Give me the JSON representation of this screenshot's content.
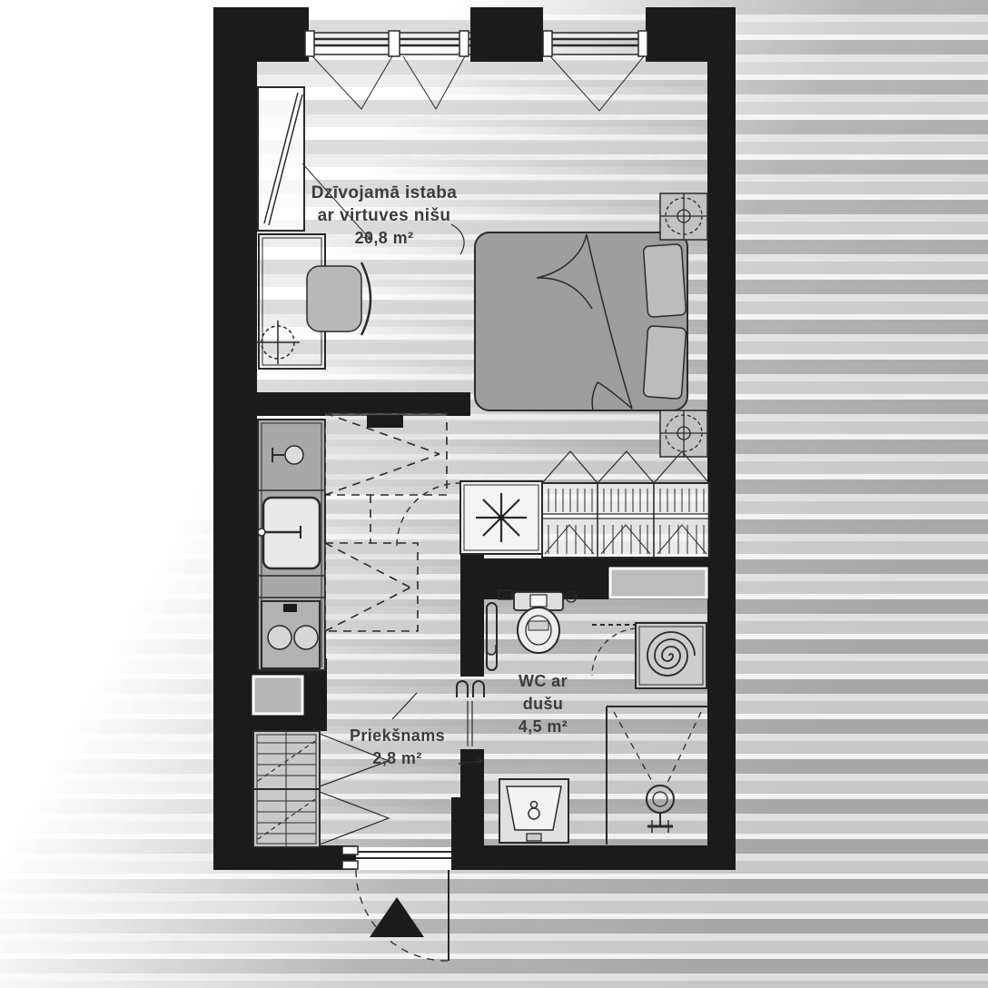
{
  "plan": {
    "title": "Apartment floor plan",
    "rooms": [
      {
        "id": "living",
        "name_lines": [
          "Dzīvojamā istaba",
          "ar virtuves nišu"
        ],
        "area": "20,8 m²"
      },
      {
        "id": "hallway",
        "name_lines": [
          "Priekšnams"
        ],
        "area": "2,8 m²"
      },
      {
        "id": "bathroom",
        "name_lines": [
          "WC ar",
          "dušu"
        ],
        "area": "4,5 m²"
      }
    ],
    "symbols": [
      "window",
      "window-swing",
      "bed",
      "pillow",
      "blanket-fold",
      "nightstand-lamp-crosshair",
      "table",
      "chair",
      "floor-lamp-crosshair",
      "radiator-panel",
      "kitchen-counter",
      "kitchen-sink",
      "cooktop-two-burners",
      "upper-cabinet-dashed",
      "ventilation-shaft-asterisk",
      "wardrobe-hangers",
      "toilet",
      "towel-rail",
      "washbasin",
      "shower-head-spray",
      "shower-drain-spiral",
      "shoe-cabinet",
      "door-swing-arc",
      "entrance-threshold",
      "entrance-direction-arrow"
    ],
    "colors": {
      "wall": "#1b1b1b",
      "line": "#2a2a2a",
      "bed_fill": "#9e9e9e",
      "counter_fill": "#a8a8a8",
      "light_fill": "#e8e8e8",
      "label_text": "#3c3c3c",
      "background_band": "#c2c2c2"
    }
  }
}
